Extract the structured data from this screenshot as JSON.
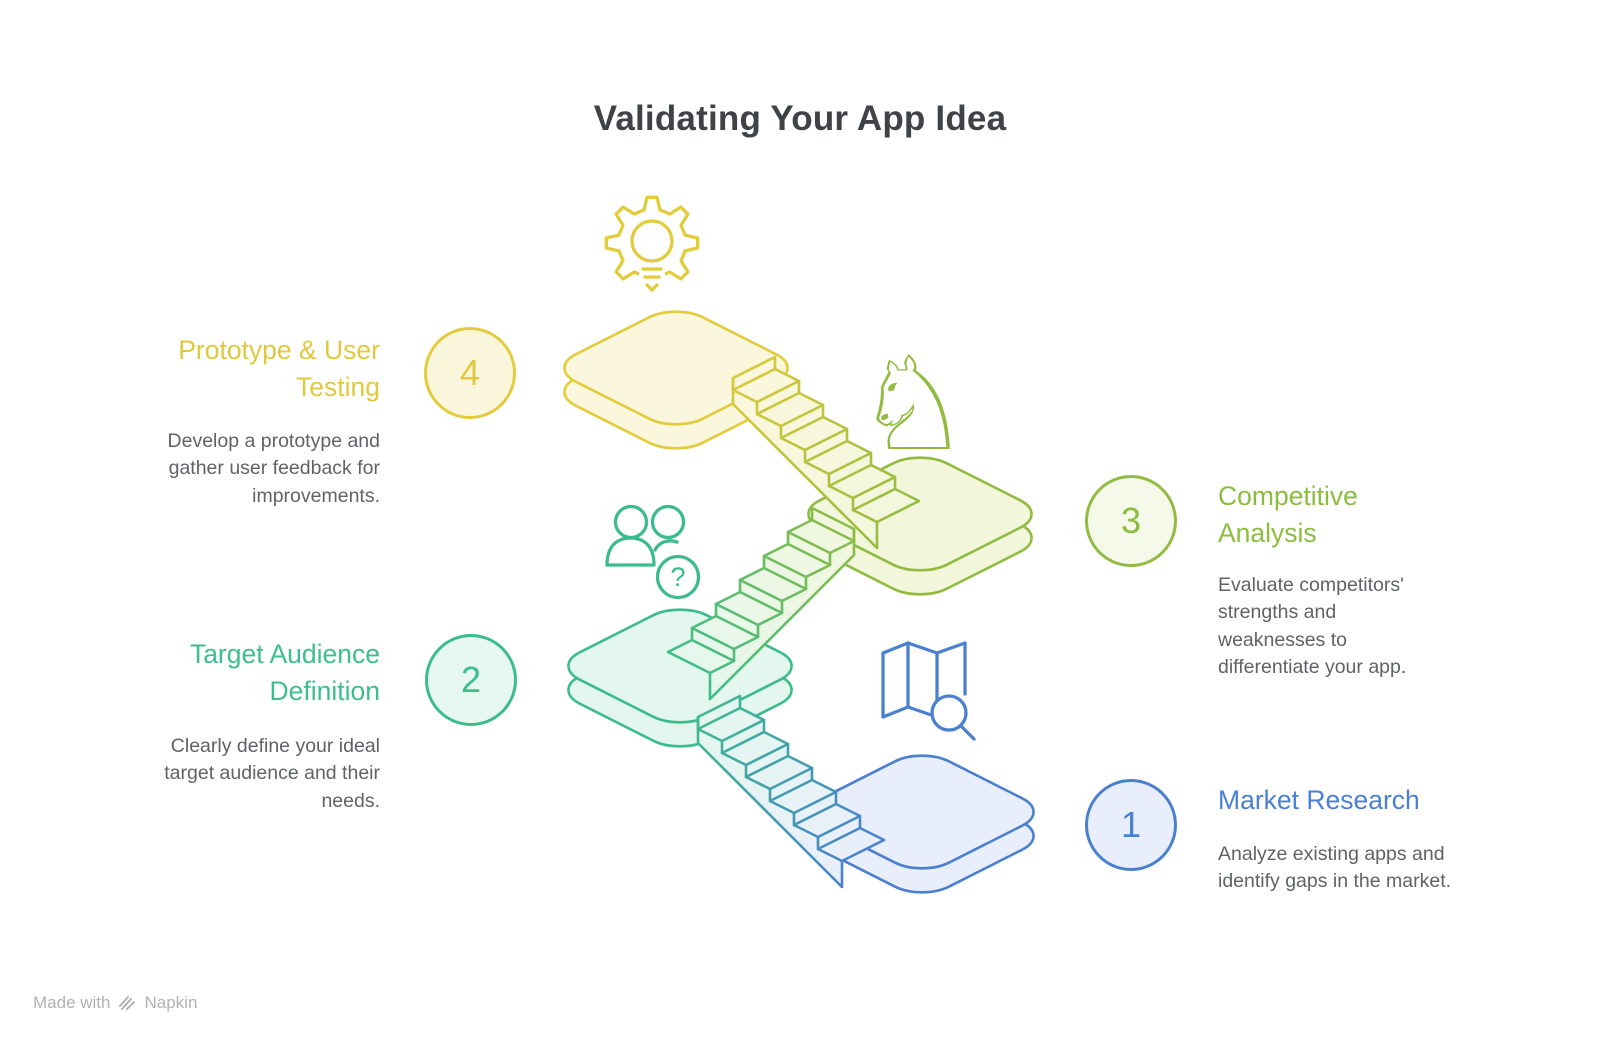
{
  "title": "Validating Your App Idea",
  "steps": [
    {
      "number": "1",
      "title": "Market Research",
      "description": "Analyze existing apps and identify gaps in the market.",
      "accent": "#4B80D1"
    },
    {
      "number": "2",
      "title": "Target Audience Definition",
      "description": "Clearly define your ideal target audience and their needs.",
      "accent": "#3CBC8C"
    },
    {
      "number": "3",
      "title": "Competitive Analysis",
      "description": "Evaluate competitors' strengths and weaknesses to differentiate your app.",
      "accent": "#8CBD3F"
    },
    {
      "number": "4",
      "title": "Prototype & User Testing",
      "description": "Develop a prototype and gather user feedback for improvements.",
      "accent": "#E2CC3C"
    }
  ],
  "icons": {
    "knight_glyph": "♘",
    "question_glyph": "?",
    "step_icons": [
      "map-with-magnifier-icon",
      "people-question-icon",
      "chess-knight-icon",
      "gear-lightbulb-icon"
    ]
  },
  "watermark": {
    "prefix": "Made with",
    "brand": "Napkin"
  },
  "colors": {
    "title_text": "#3F4246",
    "body_text": "#5F6368",
    "watermark_text": "#B1B1B5",
    "yellow": "#E2CC3C",
    "yellow_text": "#E0C93E",
    "yellow_fill": "#FBF7DC",
    "yellow_badge_bg": "#FAF6DC",
    "olive": "#92BC41",
    "olive_text": "#8CBD3F",
    "olive_fill": "#F2F7DC",
    "olive_badge_bg": "#F5F9E9",
    "green": "#3CBC8C",
    "green_text": "#3DBE8D",
    "green_fill": "#E4F7EE",
    "green_badge_bg": "#E7F8F0",
    "blue": "#4B80D1",
    "blue_text": "#4A7FD4",
    "blue_fill": "#E9EEFB",
    "blue_badge_bg": "#E8EEFA"
  }
}
